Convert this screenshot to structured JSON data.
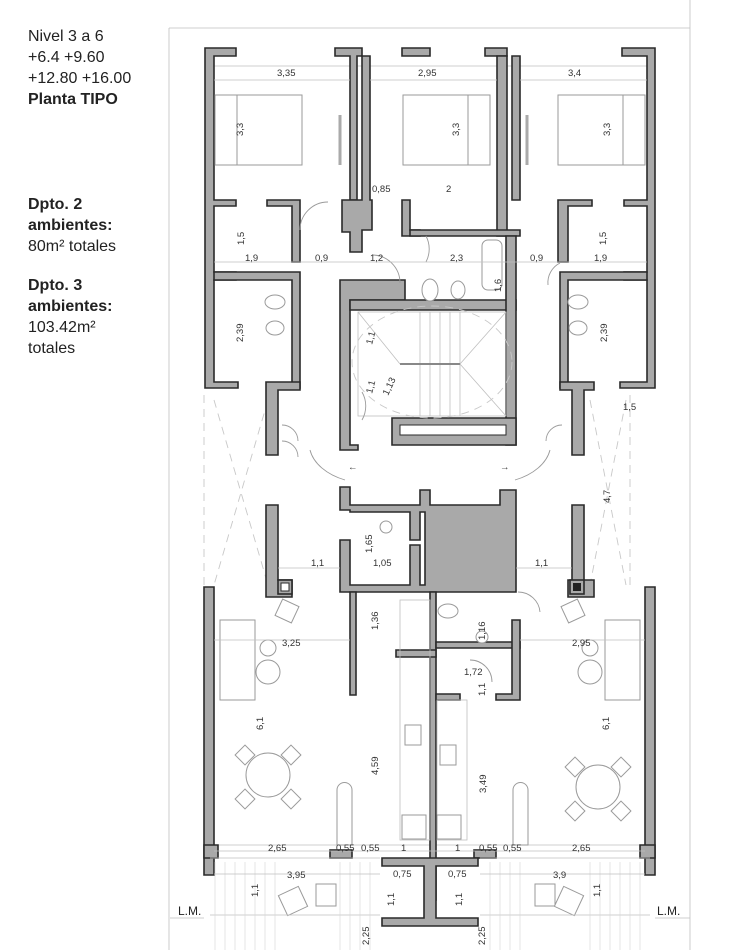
{
  "legend": {
    "level_title": "Nivel 3 a 6",
    "levels_line1": "+6.4 +9.60",
    "levels_line2": "+12.80 +16.00",
    "plan_name": "Planta TIPO",
    "unit2_title_1": "Dpto. 2",
    "unit2_title_2": "ambientes:",
    "unit2_area": "80m² totales",
    "unit3_title_1": "Dpto. 3",
    "unit3_title_2": "ambientes:",
    "unit3_area_1": "103.42m²",
    "unit3_area_2": "totales"
  },
  "markers": {
    "lm_left": "L.M.",
    "lm_right": "L.M."
  },
  "dimensions": {
    "bed_left_width": "3,35",
    "bed_center_width": "2,95",
    "bed_right_width": "3,4",
    "bed_left_depth": "3,3",
    "bed_center_depth": "3,3",
    "bed_right_depth": "3,3",
    "closet_center_depth": "0,85",
    "closet_center_width": "2",
    "closet_left_depth": "1,5",
    "closet_right_depth": "1,5",
    "hall_left_width": "1,9",
    "hall_right_width": "1,9",
    "door_left": "0,9",
    "door_center": "1,2",
    "bath_center_width": "2,3",
    "door_right": "0,9",
    "bathtub_length": "1,6",
    "bath_left_depth": "2,39",
    "bath_right_depth": "2,39",
    "stair_a": "1,1",
    "stair_b": "1,1",
    "stair_c": "1,13",
    "patio_right": "1,5",
    "patio_right_depth": "4,7",
    "wc_height": "1,65",
    "wc_width": "1,05",
    "lobby_left": "1,1",
    "lobby_right": "1,1",
    "living_left_width": "3,25",
    "living_right_width": "2,95",
    "living_left_depth": "6,1",
    "living_right_depth": "6,1",
    "kitchen_left_top": "1,36",
    "bath_small_depth": "1,16",
    "laundry_width": "1,72",
    "laundry_depth": "1,1",
    "kitchen_left_depth": "4,59",
    "kitchen_right_depth": "3,49",
    "front_left_width": "2,65",
    "front_left_a": "0,55",
    "front_left_b": "0,55",
    "front_k1": "1",
    "front_k2": "1",
    "front_right_a": "0,55",
    "front_right_b": "0,55",
    "front_right_width": "2,65",
    "balcony_left_width": "3,95",
    "balcony_right_width": "3,9",
    "balcony_left_depth": "1,1",
    "balcony_right_depth": "1,1",
    "planter_left": "0,75",
    "planter_right": "0,75",
    "planter_left_depth": "1,1",
    "planter_right_depth": "1,1",
    "ext_left": "2,25",
    "ext_right": "2,25"
  },
  "colors": {
    "wall_fill": "#a9a9a9",
    "wall_stroke": "#2a2a2a",
    "line": "#bfbfbf",
    "text": "#222222"
  }
}
